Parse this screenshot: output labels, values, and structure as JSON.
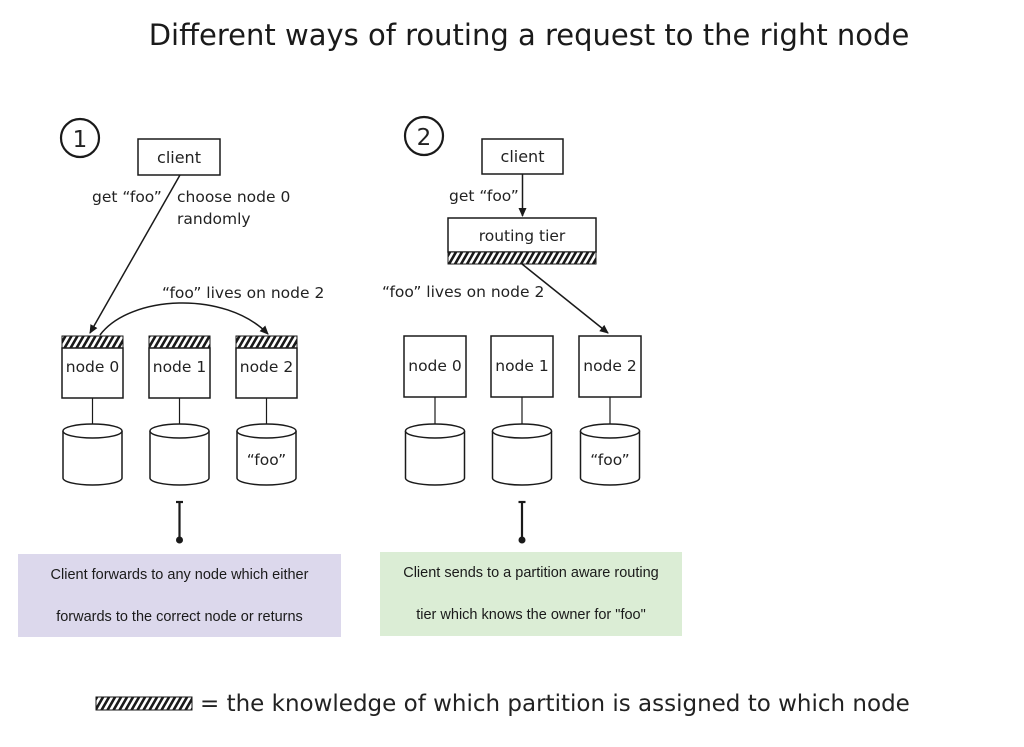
{
  "title": "Different ways of routing a request to the right node",
  "panel1": {
    "number": "1",
    "client": "client",
    "request": "get “foo”",
    "choose_line1": "choose node 0",
    "choose_line2": "randomly",
    "lives": "“foo” lives on node 2",
    "nodes": [
      "node 0",
      "node 1",
      "node 2"
    ],
    "db_label": "“foo”",
    "caption_line1": "Client forwards to any node which either",
    "caption_line2": "forwards to the correct node or returns"
  },
  "panel2": {
    "number": "2",
    "client": "client",
    "request": "get “foo”",
    "routing_tier": "routing tier",
    "lives": "“foo” lives on node 2",
    "nodes": [
      "node 0",
      "node 1",
      "node 2"
    ],
    "db_label": "“foo”",
    "caption_line1": "Client sends to a partition aware routing",
    "caption_line2": "tier which knows the owner for \"foo\""
  },
  "legend": "= the knowledge of which partition is assigned to which node",
  "colors": {
    "caption1_bg": "#dcd8ec",
    "caption2_bg": "#dbedd5"
  }
}
